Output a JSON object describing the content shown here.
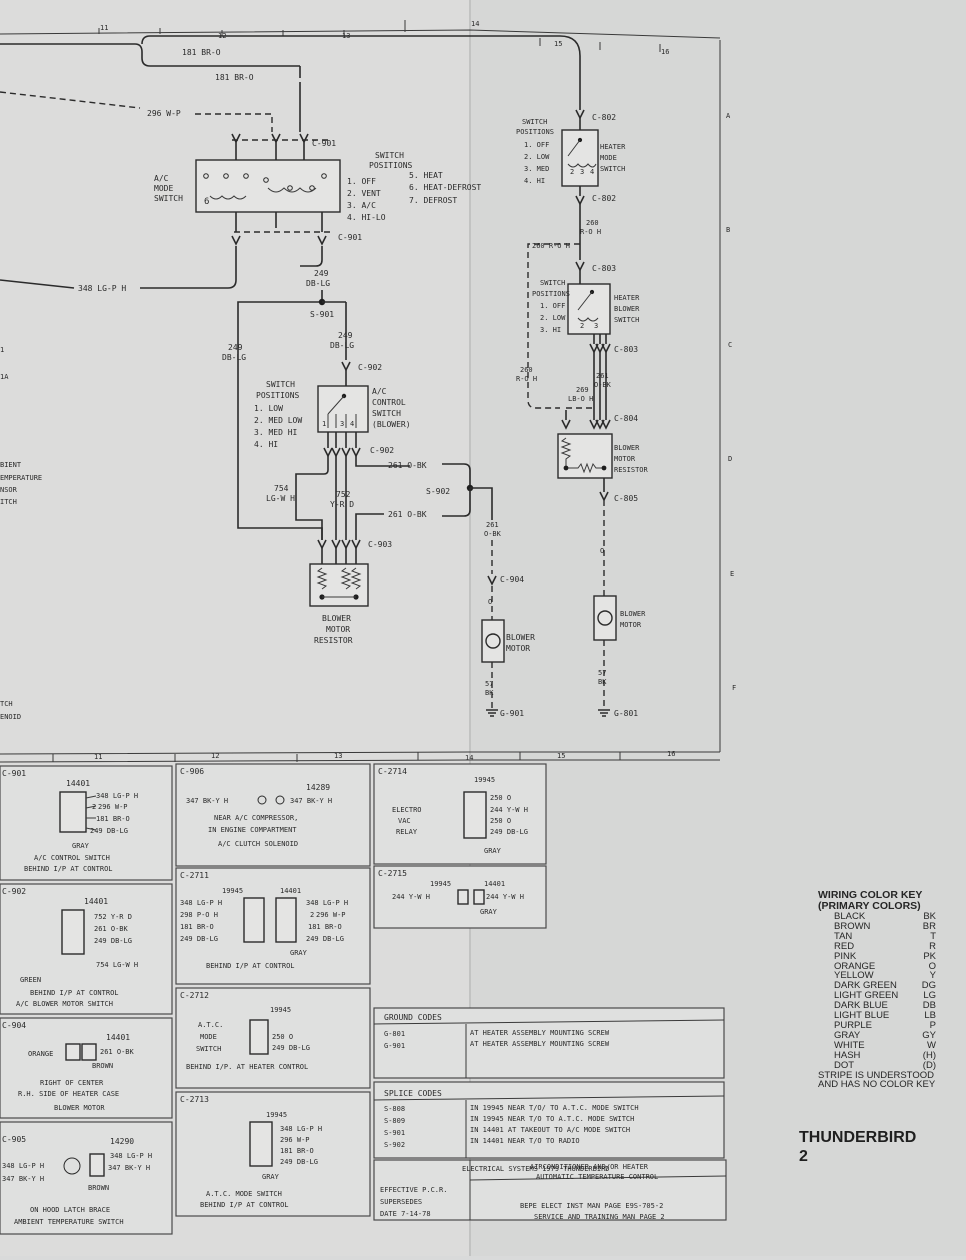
{
  "grid": {
    "top_columns": [
      "11",
      "12",
      "13",
      "14",
      "15",
      "16"
    ],
    "bottom_columns": [
      "11",
      "12",
      "13",
      "14",
      "15",
      "16"
    ],
    "rows": [
      "A",
      "B",
      "C",
      "D",
      "E",
      "F"
    ]
  },
  "schematic": {
    "left_mode": {
      "wire_br_o_1": "181 BR-O",
      "wire_br_o_2": "181 BR-O",
      "wire_w_p": "296 W-P",
      "connector_top": "C-901",
      "connector_bottom": "C-901",
      "switch_label": [
        "A/C",
        "MODE",
        "SWITCH"
      ],
      "positions_title": [
        "SWITCH",
        "POSITIONS"
      ],
      "positions": [
        "1. OFF",
        "2. VENT",
        "3. A/C",
        "4. HI-LO",
        "5. HEAT",
        "6. HEAT-DEFROST",
        "7. DEFROST"
      ],
      "wire_lg_p": "348 LG-P H",
      "wire_249_a": [
        "249",
        "DB-LG"
      ],
      "splice": "S-901",
      "wire_249_b": [
        "249",
        "DB-LG"
      ],
      "wire_249_c": [
        "249",
        "DB-LG"
      ]
    },
    "left_blower": {
      "connector_top": "C-902",
      "connector_bottom": "C-902",
      "positions_title": [
        "SWITCH",
        "POSITIONS"
      ],
      "positions": [
        "1. LOW",
        "2. MED LOW",
        "3. MED HI",
        "4. HI"
      ],
      "switch_label": [
        "A/C",
        "CONTROL",
        "SWITCH",
        "(BLOWER)"
      ],
      "wire_754": [
        "754",
        "LG-W H"
      ],
      "wire_752": [
        "752",
        "Y-R D"
      ],
      "wire_261_a": "261 O-BK",
      "wire_261_b": "261 O-BK",
      "splice": "S-902",
      "connector_resistor": "C-903",
      "resistor_label": [
        "BLOWER",
        "MOTOR",
        "RESISTOR"
      ],
      "wire_261_c": [
        "261",
        "O-BK"
      ],
      "connector_motor": "C-904",
      "wire_o": "O",
      "motor_label": [
        "BLOWER",
        "MOTOR"
      ],
      "wire_57": [
        "57",
        "BK"
      ],
      "ground": "G-901"
    },
    "right_heater": {
      "positions_title": [
        "SWITCH",
        "POSITIONS"
      ],
      "positions": [
        "1. OFF",
        "2. LOW",
        "3. MED",
        "4. HI"
      ],
      "connector_top": "C-802",
      "connector_bottom": "C-802",
      "switch_label": [
        "HEATER",
        "MODE",
        "SWITCH"
      ],
      "wire_260_a": [
        "260",
        "R-O H"
      ],
      "wire_260_b": "260 R-O H",
      "connector_blower_top": "C-803",
      "blower_positions_title": [
        "SWITCH",
        "POSITIONS"
      ],
      "blower_positions": [
        "1. OFF",
        "2. LOW",
        "3. HI"
      ],
      "blower_switch_label": [
        "HEATER",
        "BLOWER",
        "SWITCH"
      ],
      "connector_blower_bottom": "C-803",
      "wire_260_c": [
        "260",
        "R-O H"
      ],
      "wire_261": [
        "261",
        "O-BK"
      ],
      "wire_269": [
        "269",
        "LB-O H"
      ],
      "connector_resistor": "C-804",
      "resistor_label": [
        "BLOWER",
        "MOTOR",
        "RESISTOR"
      ],
      "connector_motor": "C-805",
      "wire_o": "O",
      "motor_label": [
        "BLOWER",
        "MOTOR"
      ],
      "wire_57": [
        "57",
        "BK"
      ],
      "ground": "G-801"
    },
    "edge_labels": {
      "e1": "1",
      "e2": "1A",
      "e3": [
        "BIENT",
        "EMPERATURE",
        "NSOR",
        "ITCH"
      ],
      "e4": [
        "TCH",
        "ENOID"
      ]
    }
  },
  "connectors": {
    "c901": {
      "id": "C-901",
      "part": "14401",
      "wires": [
        "348 LG-P H",
        "296 W-P",
        "181 BR-O",
        "249 DB-LG"
      ],
      "pin2": "2",
      "color": "GRAY",
      "desc": [
        "A/C CONTROL SWITCH",
        "BEHIND I/P AT CONTROL"
      ]
    },
    "c906": {
      "id": "C-906",
      "part": "14289",
      "left": "347 BK-Y H",
      "right": "347 BK-Y H",
      "desc": [
        "NEAR A/C COMPRESSOR,",
        "IN ENGINE COMPARTMENT",
        "A/C CLUTCH SOLENOID"
      ]
    },
    "c2714": {
      "id": "C-2714",
      "part": "19945",
      "label": [
        "ELECTRO",
        "VAC",
        "RELAY"
      ],
      "wires": [
        "250 O",
        "244 Y-W H",
        "250 O",
        "249 DB-LG"
      ],
      "color": "GRAY"
    },
    "c2715": {
      "id": "C-2715",
      "part_left": "19945",
      "part_right": "14401",
      "left": "244 Y-W H",
      "right": "244 Y-W H",
      "color": "GRAY"
    },
    "c902": {
      "id": "C-902",
      "part": "14401",
      "wires": [
        "752 Y-R D",
        "261 O-BK",
        "249 DB-LG",
        "754 LG-W H"
      ],
      "color": "GREEN",
      "desc": [
        "BEHIND I/P AT CONTROL",
        "A/C BLOWER MOTOR SWITCH"
      ]
    },
    "c2711": {
      "id": "C-2711",
      "part_left": "19945",
      "part_right": "14401",
      "left_wires": [
        "348 LG-P H",
        "298 P-O H",
        "181 BR-O",
        "249 DB-LG"
      ],
      "right_wires": [
        "348 LG-P H",
        "296 W-P",
        "181 BR-O",
        "249 DB-LG"
      ],
      "pin2": "2",
      "color": "GRAY",
      "desc": "BEHIND I/P AT CONTROL"
    },
    "c904": {
      "id": "C-904",
      "part": "14401",
      "left": "ORANGE",
      "right": "261 O-BK",
      "color": "BROWN",
      "desc": [
        "RIGHT OF CENTER",
        "R.H. SIDE OF HEATER CASE",
        "BLOWER MOTOR"
      ]
    },
    "c2712": {
      "id": "C-2712",
      "part": "19945",
      "label": [
        "A.T.C.",
        "MODE",
        "SWITCH"
      ],
      "wires": [
        "250 O",
        "249 DB-LG"
      ],
      "desc": "BEHIND I/P. AT HEATER CONTROL"
    },
    "c905": {
      "id": "C-905",
      "part": "14290",
      "left_wires": [
        "348 LG-P H",
        "347 BK-Y H"
      ],
      "right_wires": [
        "348 LG-P H",
        "347 BK-Y H"
      ],
      "color": "BROWN",
      "desc": [
        "ON HOOD LATCH BRACE",
        "AMBIENT TEMPERATURE SWITCH"
      ]
    },
    "c2713": {
      "id": "C-2713",
      "part": "19945",
      "wires": [
        "348 LG-P H",
        "296 W-P",
        "181 BR-O",
        "249 DB-LG"
      ],
      "color": "GRAY",
      "desc": [
        "A.T.C. MODE SWITCH",
        "BEHIND I/P AT CONTROL"
      ]
    }
  },
  "ground_codes": {
    "title": "GROUND CODES",
    "rows": [
      {
        "code": "G-801",
        "desc": "AT HEATER ASSEMBLY MOUNTING SCREW"
      },
      {
        "code": "G-901",
        "desc": "AT HEATER ASSEMBLY MOUNTING SCREW"
      }
    ]
  },
  "splice_codes": {
    "title": "SPLICE CODES",
    "rows": [
      {
        "code": "S-808",
        "desc": "IN 19945 NEAR T/O/ TO A.T.C. MODE SWITCH"
      },
      {
        "code": "S-809",
        "desc": "IN 19945 NEAR T/O TO A.T.C. MODE SWITCH"
      },
      {
        "code": "S-901",
        "desc": "IN 14401 AT TAKEOUT TO A/C MODE SWITCH"
      },
      {
        "code": "S-902",
        "desc": "IN 14401 NEAR T/O TO RADIO"
      }
    ]
  },
  "title_block": {
    "system": "ELECTRICAL SYSTEMS 1979 THUNDERBIRD",
    "line2": "AIRCONDITIONER AND/OR HEATER",
    "line3": "AUTOMATIC TEMPERATURE CONTROL",
    "effective": [
      "EFFECTIVE P.C.R.",
      "SUPERSEDES",
      "DATE 7-14-78"
    ],
    "ref1": "BEPE ELECT INST MAN PAGE E9S-705-2",
    "ref2": "SERVICE AND TRAINING MAN PAGE 2"
  },
  "legend": {
    "title": [
      "WIRING COLOR KEY",
      "(PRIMARY COLORS)"
    ],
    "rows": [
      {
        "name": "BLACK",
        "code": "BK"
      },
      {
        "name": "BROWN",
        "code": "BR"
      },
      {
        "name": "TAN",
        "code": "T"
      },
      {
        "name": "RED",
        "code": "R"
      },
      {
        "name": "PINK",
        "code": "PK"
      },
      {
        "name": "ORANGE",
        "code": "O"
      },
      {
        "name": "YELLOW",
        "code": "Y"
      },
      {
        "name": "DARK GREEN",
        "code": "DG"
      },
      {
        "name": "LIGHT GREEN",
        "code": "LG"
      },
      {
        "name": "DARK BLUE",
        "code": "DB"
      },
      {
        "name": "LIGHT BLUE",
        "code": "LB"
      },
      {
        "name": "PURPLE",
        "code": "P"
      },
      {
        "name": "GRAY",
        "code": "GY"
      },
      {
        "name": "WHITE",
        "code": "W"
      },
      {
        "name": "HASH",
        "code": "(H)"
      },
      {
        "name": "DOT",
        "code": "(D)"
      }
    ],
    "note": [
      "STRIPE IS UNDERSTOOD",
      "AND HAS NO COLOR KEY"
    ]
  },
  "page_title": [
    "THUNDERBIRD",
    "2"
  ]
}
